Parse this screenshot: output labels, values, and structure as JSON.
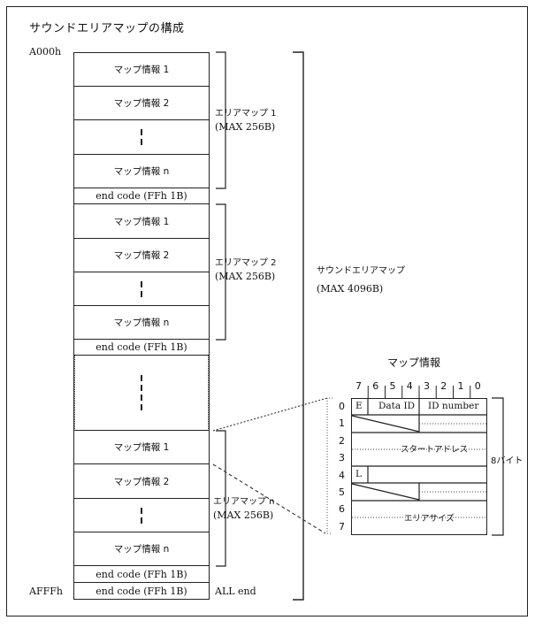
{
  "title": "サウンドエリアマップの構成",
  "addresses": {
    "start": "A000h",
    "end": "AFFFh"
  },
  "column": {
    "rows": [
      {
        "text": "マップ情報 1",
        "kind": "jp"
      },
      {
        "text": "マップ情報 2",
        "kind": "jp"
      },
      {
        "text": "",
        "kind": "vdots"
      },
      {
        "text": "マップ情報 n",
        "kind": "jp"
      },
      {
        "text": "end code (FFh 1B)",
        "kind": "end"
      },
      {
        "text": "マップ情報 1",
        "kind": "jp"
      },
      {
        "text": "マップ情報 2",
        "kind": "jp"
      },
      {
        "text": "",
        "kind": "vdots"
      },
      {
        "text": "マップ情報 n",
        "kind": "jp"
      },
      {
        "text": "end code (FFh 1B)",
        "kind": "end"
      },
      {
        "text": "",
        "kind": "gap"
      },
      {
        "text": "マップ情報 1",
        "kind": "jp"
      },
      {
        "text": "マップ情報 2",
        "kind": "jp"
      },
      {
        "text": "",
        "kind": "vdots"
      },
      {
        "text": "マップ情報 n",
        "kind": "jp"
      },
      {
        "text": "end code (FFh 1B)",
        "kind": "end"
      },
      {
        "text": "end code (FFh 1B)",
        "kind": "end"
      }
    ]
  },
  "area_maps": [
    {
      "name": "エリアマップ 1",
      "max": "(MAX 256B)"
    },
    {
      "name": "エリアマップ 2",
      "max": "(MAX 256B)"
    },
    {
      "name": "エリアマップ n",
      "max": "(MAX 256B)"
    }
  ],
  "all_end": "ALL end",
  "sound_area_map": {
    "name": "サウンドエリアマップ",
    "max": "(MAX 4096B)"
  },
  "map_info": {
    "title": "マップ情報",
    "bits": [
      "7",
      "6",
      "5",
      "4",
      "3",
      "2",
      "1",
      "0"
    ],
    "rows": [
      "0",
      "1",
      "2",
      "3",
      "4",
      "5",
      "6",
      "7"
    ],
    "fields": {
      "e_flag": "E",
      "data_id": "Data ID",
      "id_number": "ID number",
      "start_address": "スタートアドレス",
      "l_flag": "L",
      "area_size": "エリアサイズ"
    },
    "size_label": "8バイト"
  }
}
